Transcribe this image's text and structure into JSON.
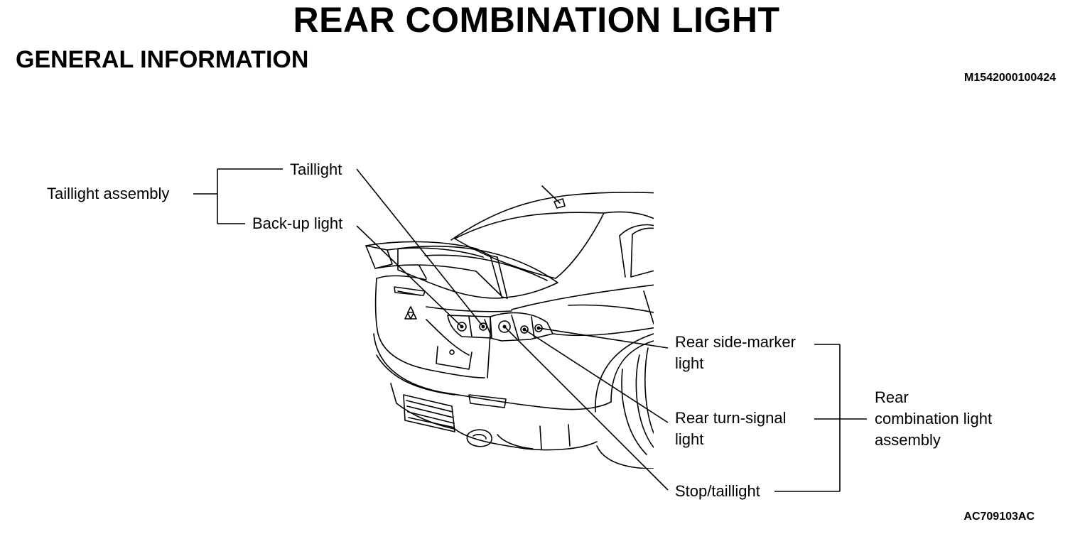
{
  "header": {
    "title": "REAR COMBINATION LIGHT",
    "section": "GENERAL INFORMATION",
    "document_id": "M1542000100424"
  },
  "figure_id": "AC709103AC",
  "labels": {
    "taillight_assembly": "Taillight assembly",
    "taillight": "Taillight",
    "backup_light": "Back-up light",
    "rear_side_marker_line1": "Rear side-marker",
    "rear_side_marker_line2": "light",
    "rear_turn_signal_line1": "Rear turn-signal",
    "rear_turn_signal_line2": "light",
    "stop_taillight": "Stop/taillight",
    "rear_combination_line1": "Rear",
    "rear_combination_line2": "combination light",
    "rear_combination_line3": "assembly"
  }
}
